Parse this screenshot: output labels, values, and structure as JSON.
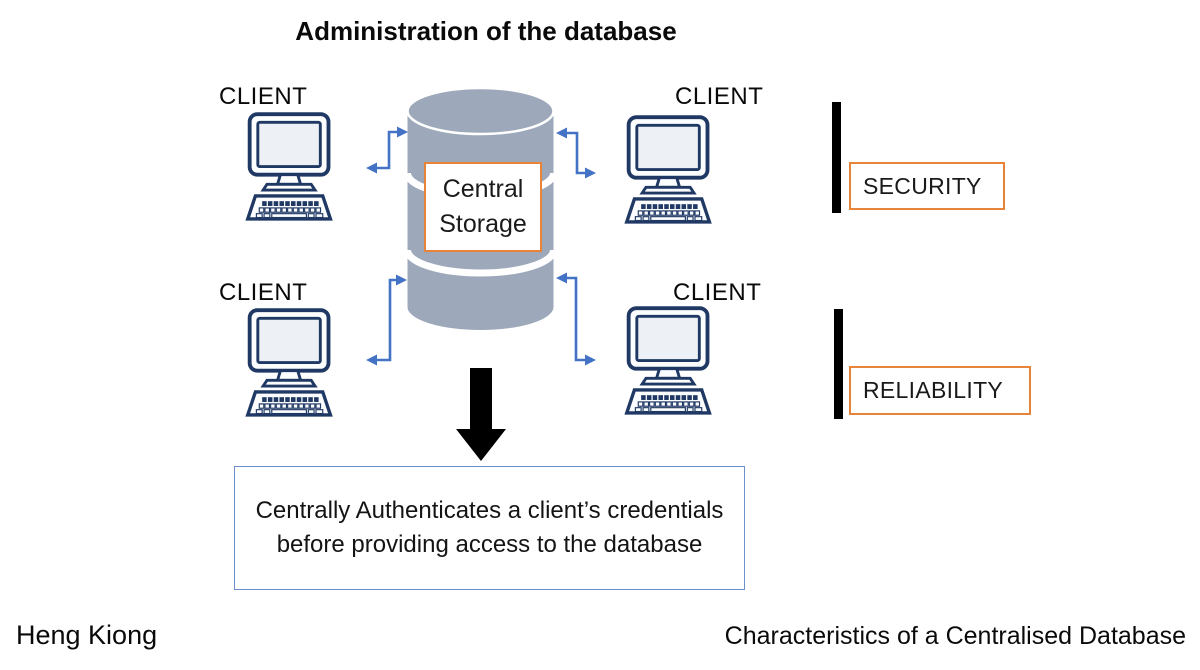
{
  "title": "Administration of the database",
  "clients": [
    {
      "position": "top-left",
      "label": "CLIENT"
    },
    {
      "position": "top-right",
      "label": "CLIENT"
    },
    {
      "position": "bottom-left",
      "label": "CLIENT"
    },
    {
      "position": "bottom-right",
      "label": "CLIENT"
    }
  ],
  "central_storage": {
    "label": "Central Storage"
  },
  "characteristics": {
    "security": "SECURITY",
    "reliability": "RELIABILITY"
  },
  "summary": {
    "text": "Centrally Authenticates a client’s credentials before providing access to the database"
  },
  "footer": {
    "author": "Heng Kiong",
    "caption": "Characteristics of a Centralised Database"
  },
  "icons": {
    "database": "database-cylinder-icon",
    "client": "desktop-computer-icon",
    "connector": "elbow-double-arrow-icon",
    "down_arrow": "down-arrow-icon"
  },
  "colors": {
    "cylinder_gray": "#9DA8BA",
    "arrow_blue": "#4472C4",
    "accent_orange": "#E8833A",
    "summary_border_blue": "#6B90CC",
    "computer_navy": "#1F3864",
    "bar_black": "#000000"
  }
}
